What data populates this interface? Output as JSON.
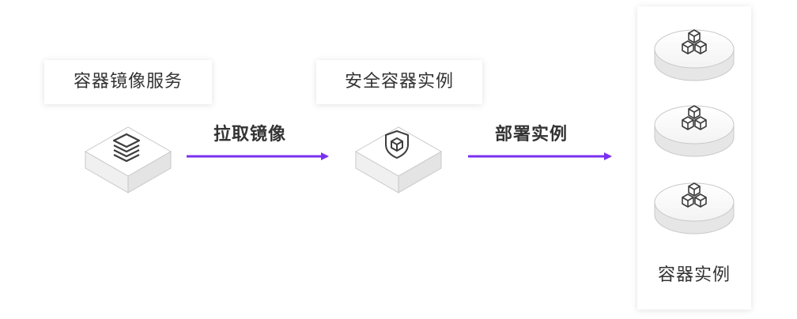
{
  "nodes": {
    "registry_label": "容器镜像服务",
    "secure_label": "安全容器实例",
    "instances_label": "容器实例"
  },
  "edges": {
    "pull_label": "拉取镜像",
    "deploy_label": "部署实例"
  },
  "colors": {
    "arrow": "#7b2ff2",
    "text": "#333333"
  },
  "icons": {
    "registry": "stacked-layers-icon",
    "secure": "shield-cube-icon",
    "instance": "cubes-icon"
  }
}
